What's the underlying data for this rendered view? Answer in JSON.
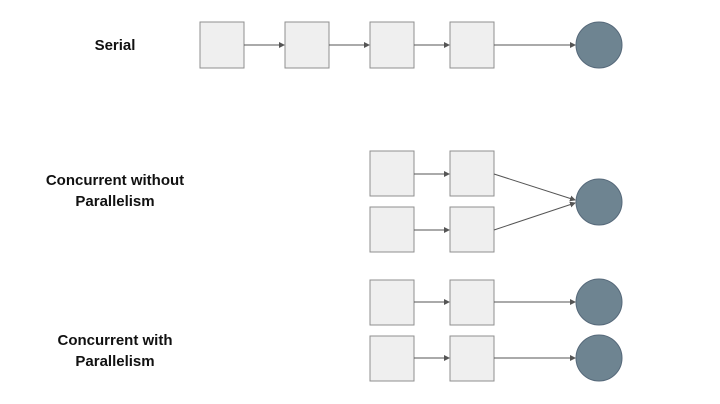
{
  "labels": {
    "serial": "Serial",
    "concurrent_without_parallelism": [
      "Concurrent without",
      "Parallelism"
    ],
    "concurrent_with_parallelism": [
      "Concurrent with",
      "Parallelism"
    ]
  },
  "colors": {
    "task_fill": "#efefef",
    "task_stroke": "#8f8f8f",
    "result_fill": "#6e8491",
    "result_stroke": "#56697a",
    "arrow": "#555555"
  }
}
